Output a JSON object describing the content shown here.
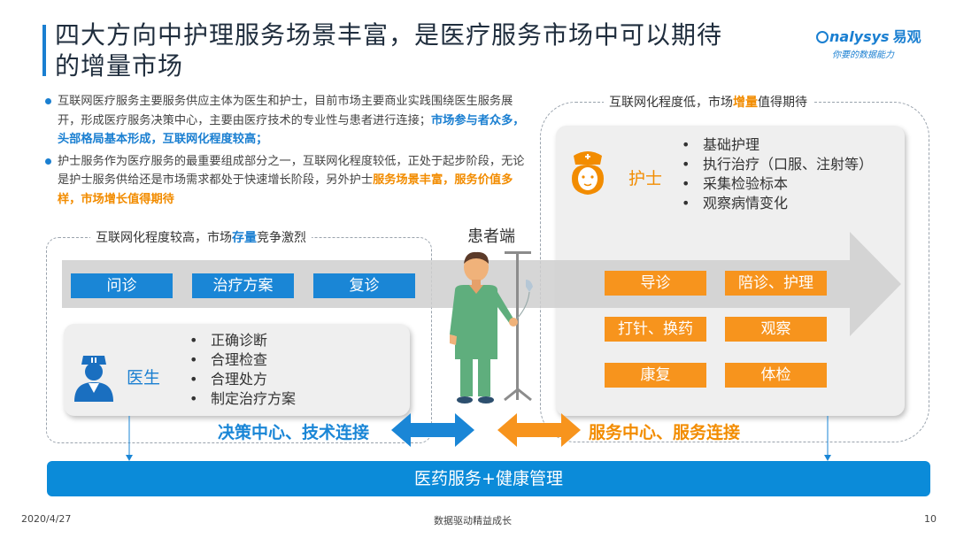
{
  "header": {
    "title_line1": "四大方向中护理服务场景丰富，是医疗服务市场中可以期待",
    "title_line2": "的增量市场",
    "logo_text": "nalysys",
    "logo_cn": "易观",
    "logo_slogan": "你要的数据能力"
  },
  "bullets": [
    {
      "pre": "互联网医疗服务主要服务供应主体为医生和护士，目前市场主要商业实践围绕医生服务展开，形成医疗服务决策中心，主要由医疗技术的专业性与患者进行连接；",
      "highlight": "市场参与者众多，头部格局基本形成，互联网化程度较高；"
    },
    {
      "pre": "护士服务作为医疗服务的最重要组成部分之一，互联网化程度较低，正处于起步阶段，无论是护士服务供给还是市场需求都处于快速增长阶段，另外护士",
      "highlight": "服务场景丰富，服务价值多样，市场增长值得期待"
    }
  ],
  "left_box": {
    "caption_pre": "互联网化程度较高，市场",
    "caption_hl": "存量",
    "caption_post": "竞争激烈",
    "buttons": [
      "问诊",
      "治疗方案",
      "复诊"
    ],
    "role": "医生",
    "items": [
      "正确诊断",
      "合理检查",
      "合理处方",
      "制定治疗方案"
    ]
  },
  "right_box": {
    "caption_pre": "互联网化程度低，市场",
    "caption_hl": "增量",
    "caption_post": "值得期待",
    "role": "护士",
    "items": [
      "基础护理",
      "执行治疗（口服、注射等）",
      "采集检验标本",
      "观察病情变化"
    ],
    "buttons": [
      "导诊",
      "陪诊、护理",
      "打针、换药",
      "观察",
      "康复",
      "体检"
    ]
  },
  "patient": {
    "label": "患者端"
  },
  "connections": {
    "left": "决策中心、技术连接",
    "right": "服务中心、服务连接"
  },
  "bottom_bar": "医药服务+健康管理",
  "footer": {
    "date": "2020/4/27",
    "slogan": "数据驱动精益成长",
    "page": "10"
  },
  "colors": {
    "blue": "#1a86d6",
    "orange": "#f7941d",
    "bar_blue": "#0b8bd9"
  }
}
